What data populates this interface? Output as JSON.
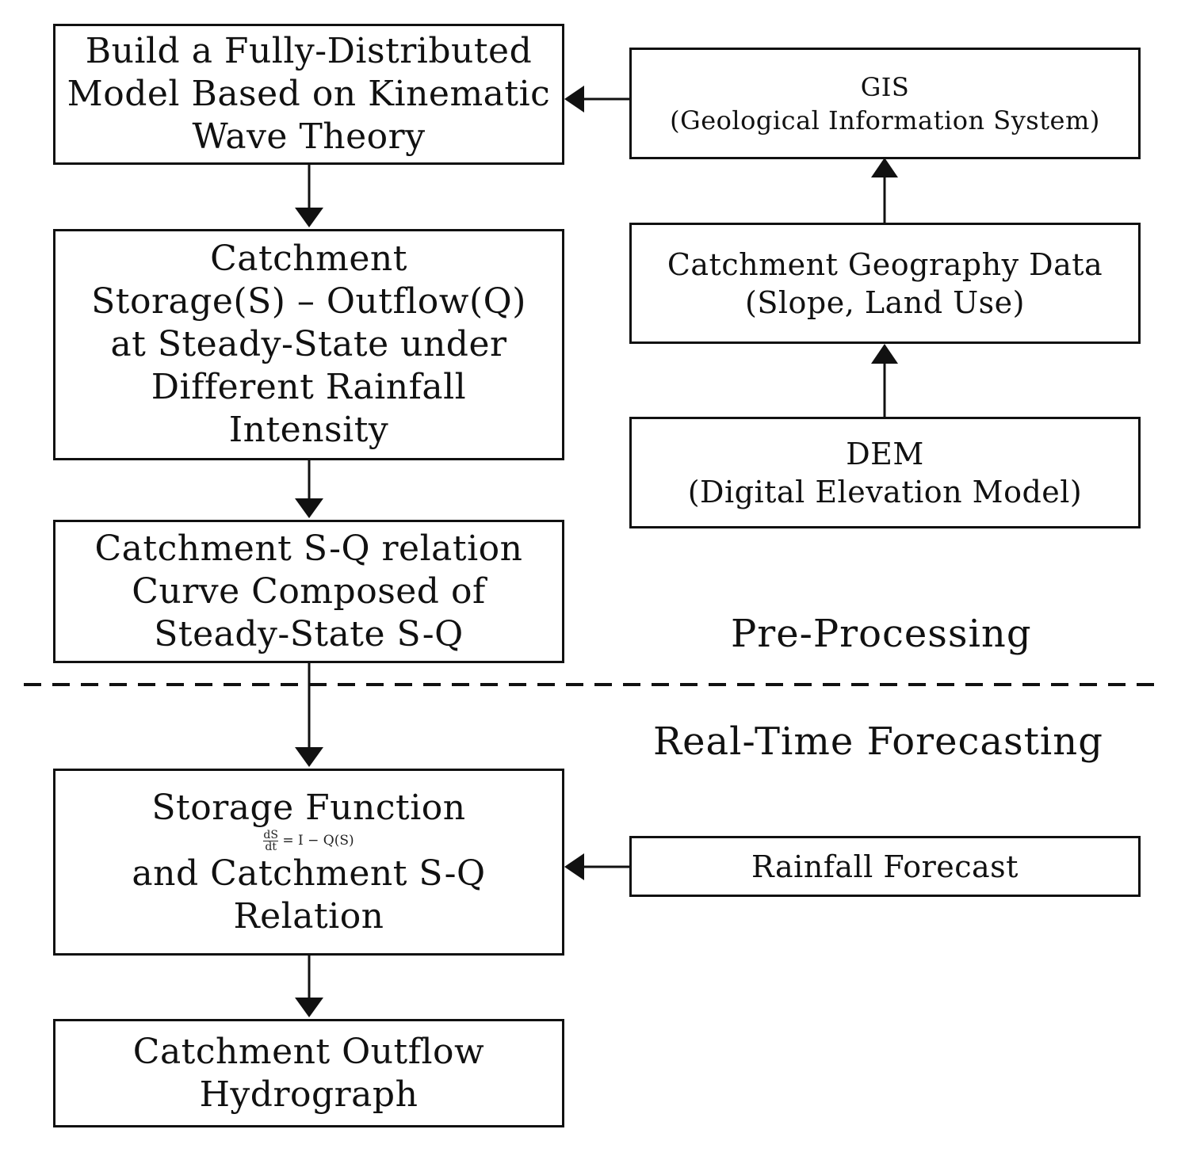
{
  "boxes": {
    "build_model": {
      "lines": [
        "Build a Fully-Distributed",
        "Model Based on Kinematic",
        "Wave Theory"
      ]
    },
    "storage_outflow": {
      "lines": [
        "Catchment",
        "Storage(S) – Outflow(Q)",
        "at Steady-State under",
        "Different Rainfall",
        "Intensity"
      ]
    },
    "sq_curve": {
      "lines": [
        "Catchment S-Q relation",
        "Curve Composed of",
        "Steady-State S-Q"
      ]
    },
    "gis": {
      "lines": [
        "GIS",
        "(Geological Information System)"
      ]
    },
    "geography": {
      "lines": [
        "Catchment Geography Data",
        "(Slope, Land Use)"
      ]
    },
    "dem": {
      "lines": [
        "DEM",
        "(Digital Elevation Model)"
      ]
    },
    "storage_function": {
      "lines": [
        "Storage Function",
        "and Catchment S-Q",
        "Relation"
      ],
      "formula": {
        "numerator": "dS",
        "denominator": "dt",
        "rhs": "= I − Q(S)"
      }
    },
    "rainfall": {
      "lines": [
        "Rainfall Forecast"
      ]
    },
    "hydrograph": {
      "lines": [
        "Catchment Outflow",
        "Hydrograph"
      ]
    }
  },
  "sections": {
    "pre": "Pre-Processing",
    "realtime": "Real-Time Forecasting"
  },
  "colors": {
    "stroke": "#111111",
    "background": "#ffffff"
  }
}
